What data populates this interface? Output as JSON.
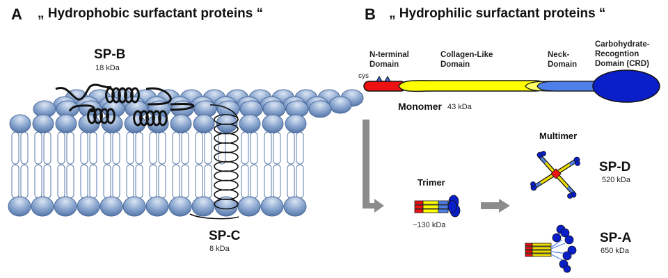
{
  "panel_a": {
    "letter": "A",
    "title": "„ Hydrophobic surfactant proteins “",
    "sp_b": {
      "name": "SP-B",
      "mass": "18 kDa"
    },
    "sp_c": {
      "name": "SP-C",
      "mass": "8 kDa"
    }
  },
  "panel_b": {
    "letter": "B",
    "title": "„ Hydrophilic surfactant proteins “",
    "domains": {
      "n_terminal": [
        "N-terminal",
        "Domain"
      ],
      "collagen": [
        "Collagen-Like",
        "Domain"
      ],
      "neck": [
        "Neck-",
        "Domain"
      ],
      "crd": [
        "Carbohydrate-",
        "Recogntion",
        "Domain (CRD)"
      ]
    },
    "cys_label": "cys",
    "monomer": {
      "name": "Monomer",
      "mass": "43 kDa"
    },
    "trimer": {
      "name": "Trimer",
      "mass": "~130  kDa"
    },
    "multimer_label": "Multimer",
    "sp_d": {
      "name": "SP-D",
      "mass": "520  kDa"
    },
    "sp_a": {
      "name": "SP-A",
      "mass": "650  kDa"
    }
  },
  "colors": {
    "lipid_head": "#6f8fbf",
    "lipid_tail": "#5a78a8",
    "n_terminal": "#ee1111",
    "collagen": "#ffff00",
    "neck": "#4f7fe8",
    "crd": "#0a1fc8",
    "arrow": "#888888"
  }
}
